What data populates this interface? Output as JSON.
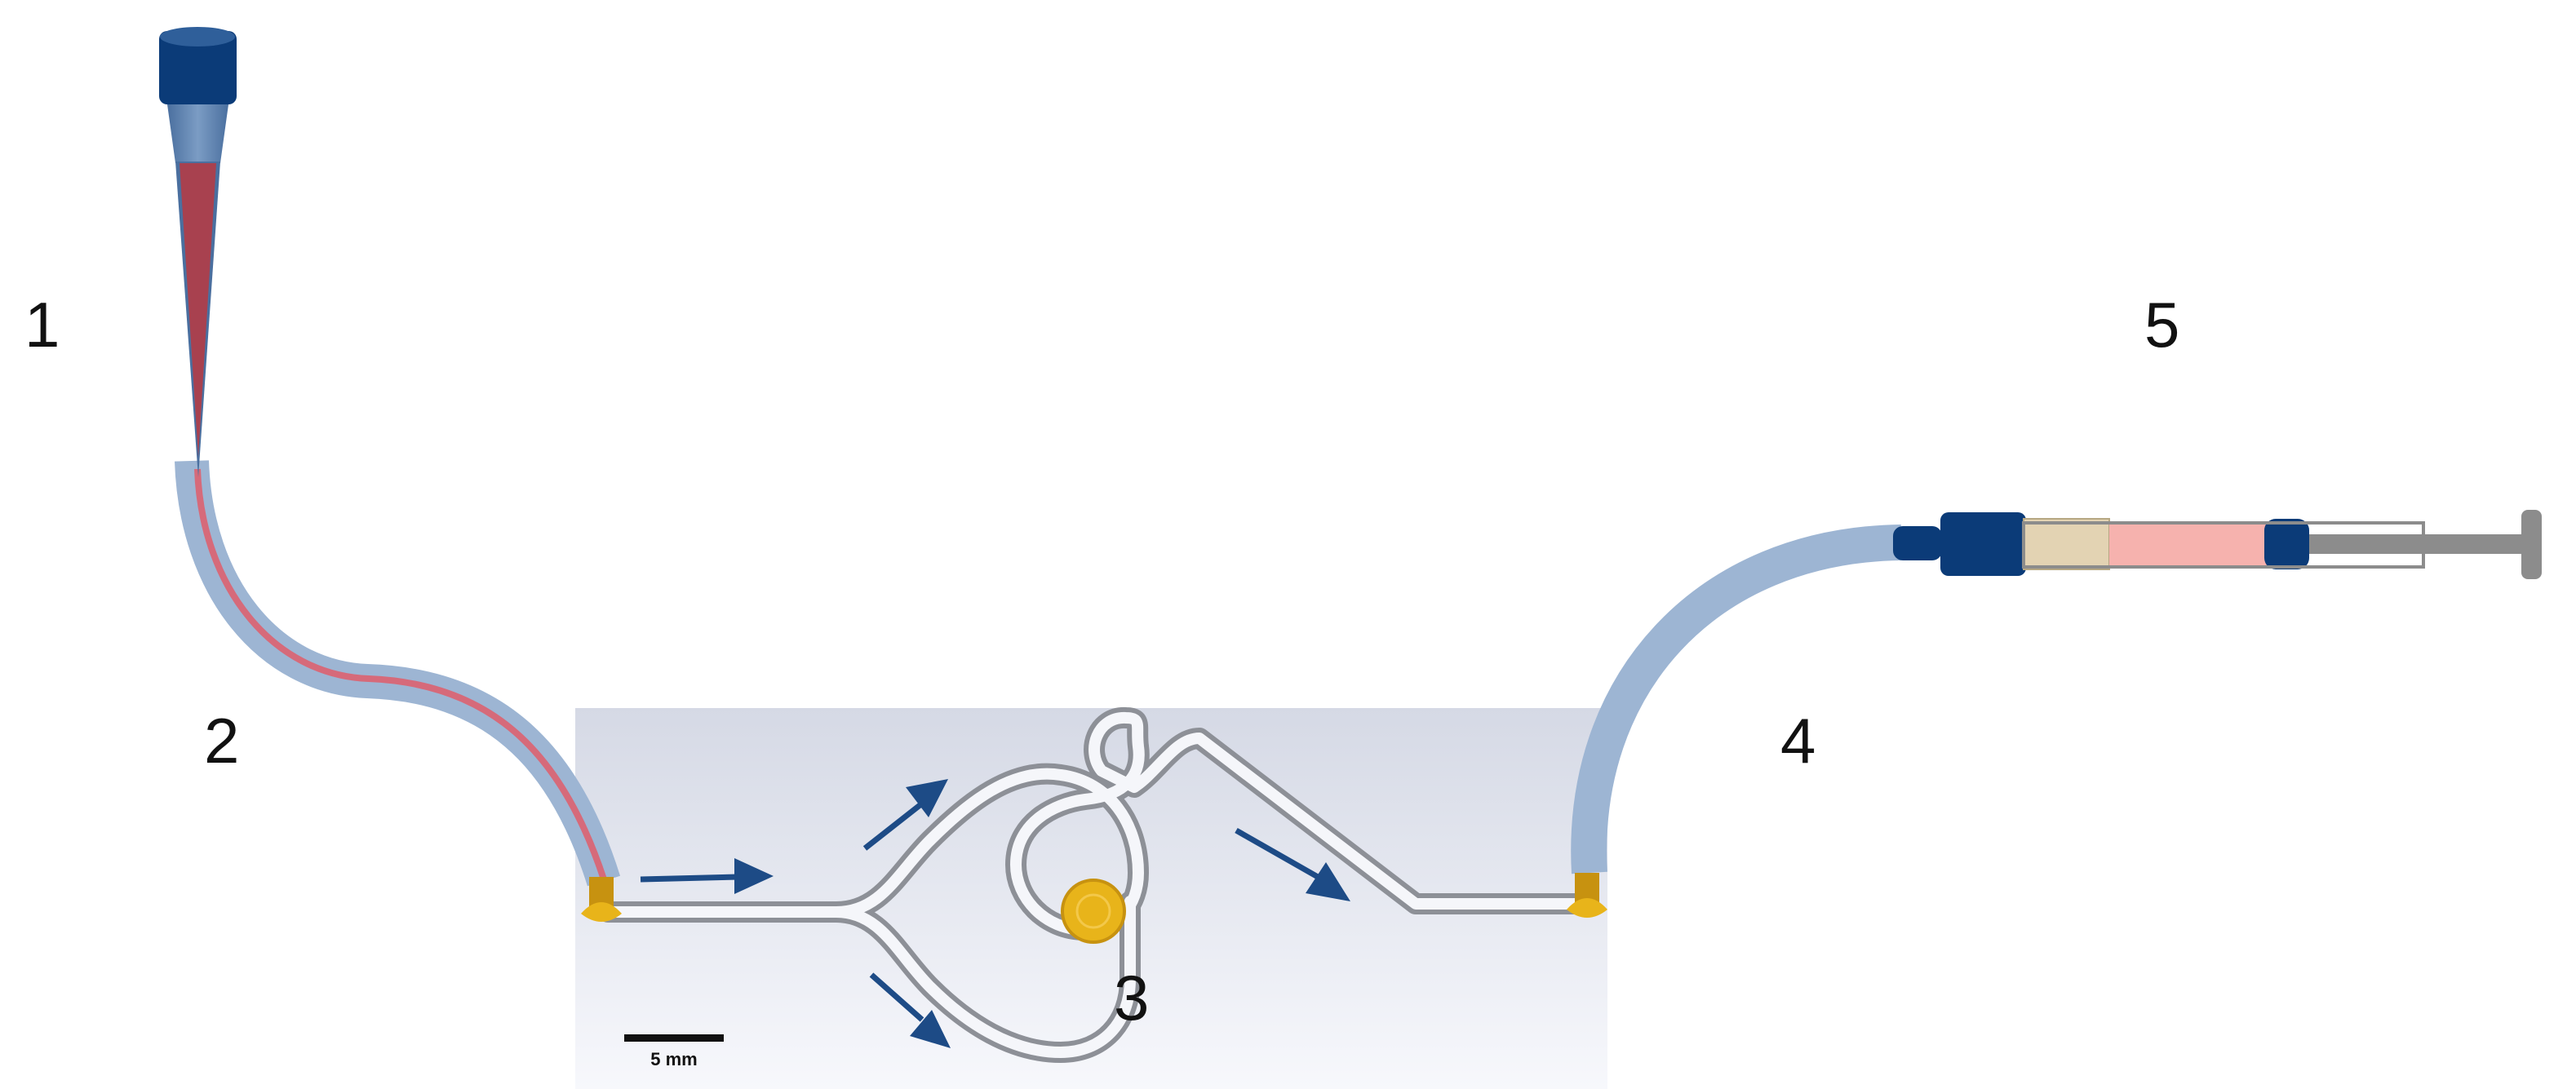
{
  "labels": {
    "pipette_tip": "1",
    "inlet_tubing": "2",
    "chip_junction": "3",
    "outlet_tubing": "4",
    "syringe": "5"
  },
  "scale_bar": {
    "text": "5 mm"
  },
  "colors": {
    "tubing": "#9db5d3",
    "sample": "#a8414f",
    "sample_line": "#d66a7a",
    "dark_blue": "#0b3b78",
    "arrow": "#1d4b86",
    "gold": "#e8b41a",
    "gold_dark": "#c79210",
    "channel_outline": "#8d9097",
    "chip_top": "#d5d9e5",
    "chip_bottom": "#f7f8fc",
    "syringe_fluid": "#f6b2ae",
    "syringe_plug": "#e3d3b3",
    "plunger": "#8c8c8c"
  }
}
